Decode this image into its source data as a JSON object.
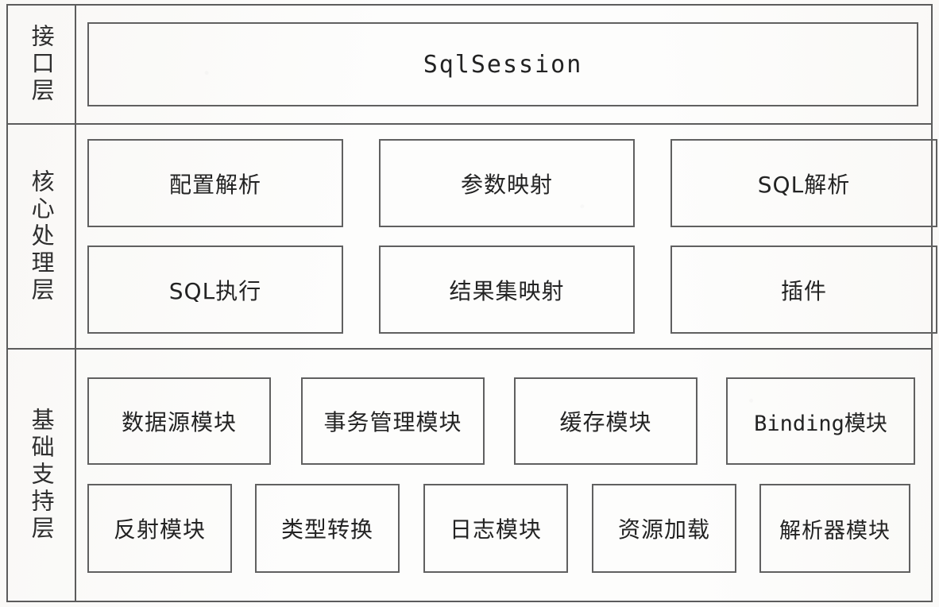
{
  "diagram": {
    "type": "layered-architecture",
    "title": "",
    "layers": [
      {
        "id": "interface",
        "label": "接口层",
        "rows": [
          {
            "boxes": [
              {
                "id": "sqlsession",
                "label": "SqlSession",
                "style": "mono"
              }
            ]
          }
        ]
      },
      {
        "id": "core",
        "label": "核心处理层",
        "rows": [
          {
            "boxes": [
              {
                "id": "core-config-parse",
                "label": "配置解析",
                "style": "cjk"
              },
              {
                "id": "core-param-mapping",
                "label": "参数映射",
                "style": "cjk"
              },
              {
                "id": "core-sql-parse",
                "label": "SQL解析",
                "style": "cjk"
              }
            ]
          },
          {
            "boxes": [
              {
                "id": "core-sql-exec",
                "label": "SQL执行",
                "style": "cjk"
              },
              {
                "id": "core-resultset-mapping",
                "label": "结果集映射",
                "style": "cjk"
              },
              {
                "id": "core-plugin",
                "label": "插件",
                "style": "cjk"
              }
            ]
          }
        ]
      },
      {
        "id": "support",
        "label": "基础支持层",
        "rows": [
          {
            "boxes": [
              {
                "id": "sup-datasource",
                "label": "数据源模块",
                "style": "cjk"
              },
              {
                "id": "sup-transaction",
                "label": "事务管理模块",
                "style": "cjk"
              },
              {
                "id": "sup-cache",
                "label": "缓存模块",
                "style": "cjk"
              },
              {
                "id": "sup-binding",
                "label": "Binding模块",
                "style": "mixed"
              }
            ]
          },
          {
            "boxes": [
              {
                "id": "sup-reflection",
                "label": "反射模块",
                "style": "cjk"
              },
              {
                "id": "sup-type-conversion",
                "label": "类型转换",
                "style": "cjk"
              },
              {
                "id": "sup-logging",
                "label": "日志模块",
                "style": "cjk"
              },
              {
                "id": "sup-resource-loading",
                "label": "资源加载",
                "style": "cjk"
              },
              {
                "id": "sup-parser",
                "label": "解析器模块",
                "style": "cjk"
              }
            ]
          }
        ]
      }
    ]
  },
  "colors": {
    "page_background": "#fdfdfc",
    "frame_stroke": "#5c5c5c",
    "box_stroke": "#606060",
    "text": "#232323",
    "label_text": "#2e2e2e"
  }
}
